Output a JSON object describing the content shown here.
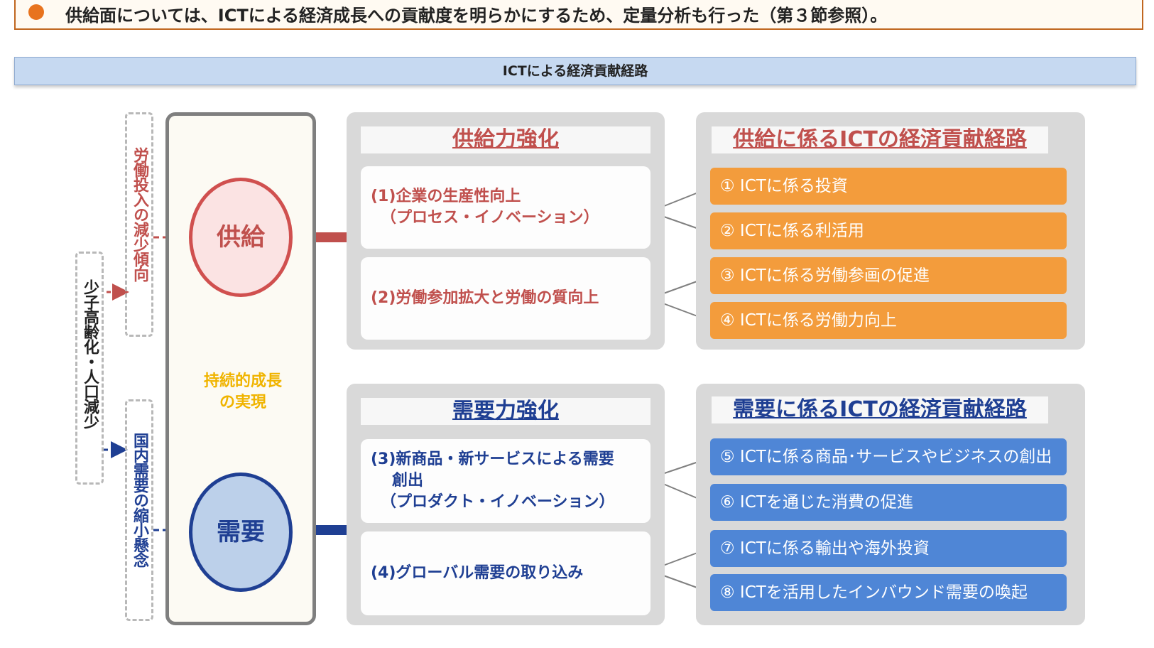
{
  "summary": {
    "text": "供給面については、ICTによる経済成長への貢献度を明らかにするため、定量分析も行った（第３節参照）。",
    "bullet_color": "#e8731e"
  },
  "title": "ICTによる経済貢献経路",
  "left_labels": {
    "aging": "少子高齢化・人口減少",
    "labor_decline": "労働投入の減少傾向",
    "domestic_demand": "国内需要の縮小懸念"
  },
  "cycle": {
    "supply": "供給",
    "demand": "需要",
    "growth_line1": "持続的成長",
    "growth_line2": "の実現"
  },
  "supply_panel": {
    "heading": "供給力強化",
    "item1_line1": "(1)企業の生産性向上",
    "item1_line2": "（プロセス・イノベーション）",
    "item2": "(2)労働参加拡大と労働の質向上"
  },
  "demand_panel": {
    "heading": "需要力強化",
    "item3_line1": "(3)新商品・新サービスによる需要",
    "item3_line2": "創出",
    "item3_line3": "（プロダクト・イノベーション）",
    "item4": "(4)グローバル需要の取り込み"
  },
  "supply_routes": {
    "heading": "供給に係るICTの経済貢献経路",
    "items": [
      "① ICTに係る投資",
      "② ICTに係る利活用",
      "③ ICTに係る労働参画の促進",
      "④ ICTに係る労働力向上"
    ]
  },
  "demand_routes": {
    "heading": "需要に係るICTの経済貢献経路",
    "items": [
      "⑤ ICTに係る商品･サービスやビジネスの創出",
      "⑥ ICTを通じた消費の促進",
      "⑦ ICTに係る輸出や海外投資",
      "⑧ ICTを活用したインバウンド需要の喚起"
    ]
  },
  "colors": {
    "supply_red": "#c0504d",
    "demand_blue": "#1f3f93",
    "orange_route": "#f39c3c",
    "blue_route": "#4f86d6",
    "growth_yellow": "#f0b400"
  }
}
